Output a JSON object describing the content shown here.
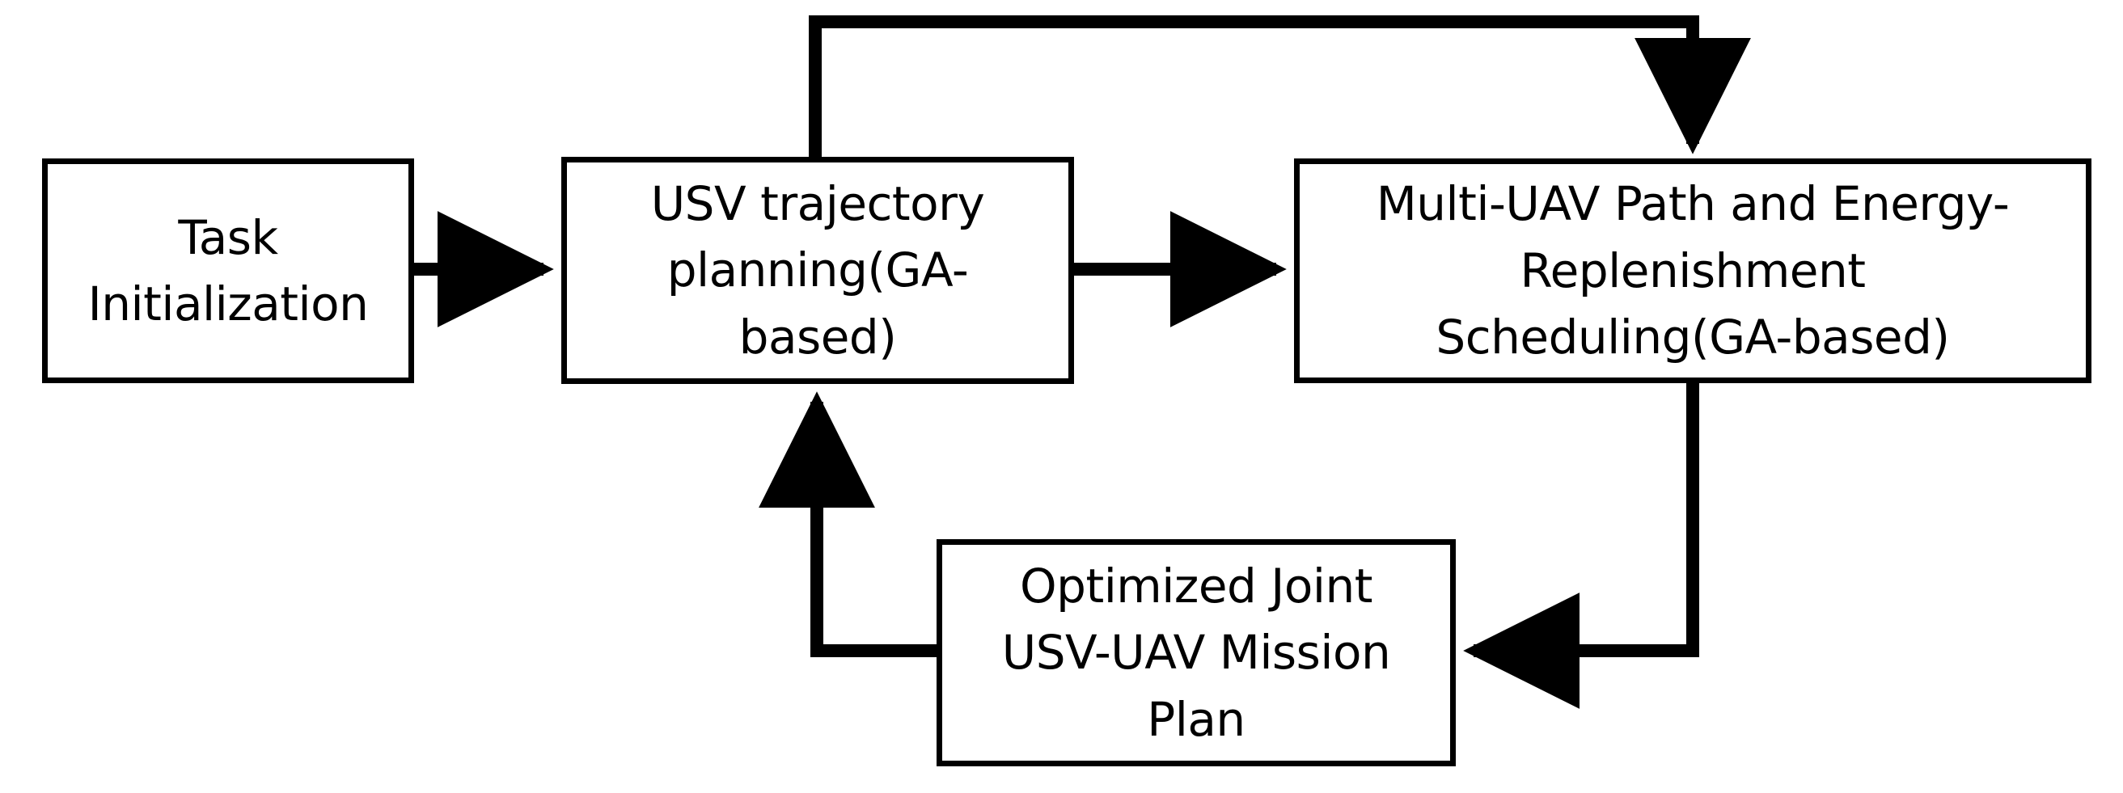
{
  "diagram": {
    "title": "USV-UAV joint mission planning flowchart",
    "background_color": "#ffffff",
    "stroke_color": "#000000",
    "nodes": [
      {
        "id": "task-initialization",
        "label": "Task\nInitialization"
      },
      {
        "id": "usv-trajectory",
        "label": "USV trajectory\nplanning(GA-\nbased)"
      },
      {
        "id": "multi-uav",
        "label": "Multi-UAV Path and Energy-\nReplenishment\nScheduling(GA-based)"
      },
      {
        "id": "optimized-plan",
        "label": "Optimized Joint\nUSV-UAV Mission\nPlan"
      }
    ],
    "edges": [
      {
        "id": "edge-init-to-usv",
        "from": "task-initialization",
        "to": "usv-trajectory",
        "style": "straight-right-arrow"
      },
      {
        "id": "edge-usv-to-multiuav",
        "from": "usv-trajectory",
        "to": "multi-uav",
        "style": "straight-right-arrow"
      },
      {
        "id": "edge-usv-top-loop-to-multiuav",
        "from": "usv-trajectory",
        "to": "multi-uav",
        "style": "orthogonal-up-over-down-arrow"
      },
      {
        "id": "edge-multiuav-to-plan",
        "from": "multi-uav",
        "to": "optimized-plan",
        "style": "orthogonal-down-left-arrow"
      },
      {
        "id": "edge-plan-to-usv",
        "from": "optimized-plan",
        "to": "usv-trajectory",
        "style": "orthogonal-left-up-arrow"
      }
    ]
  }
}
